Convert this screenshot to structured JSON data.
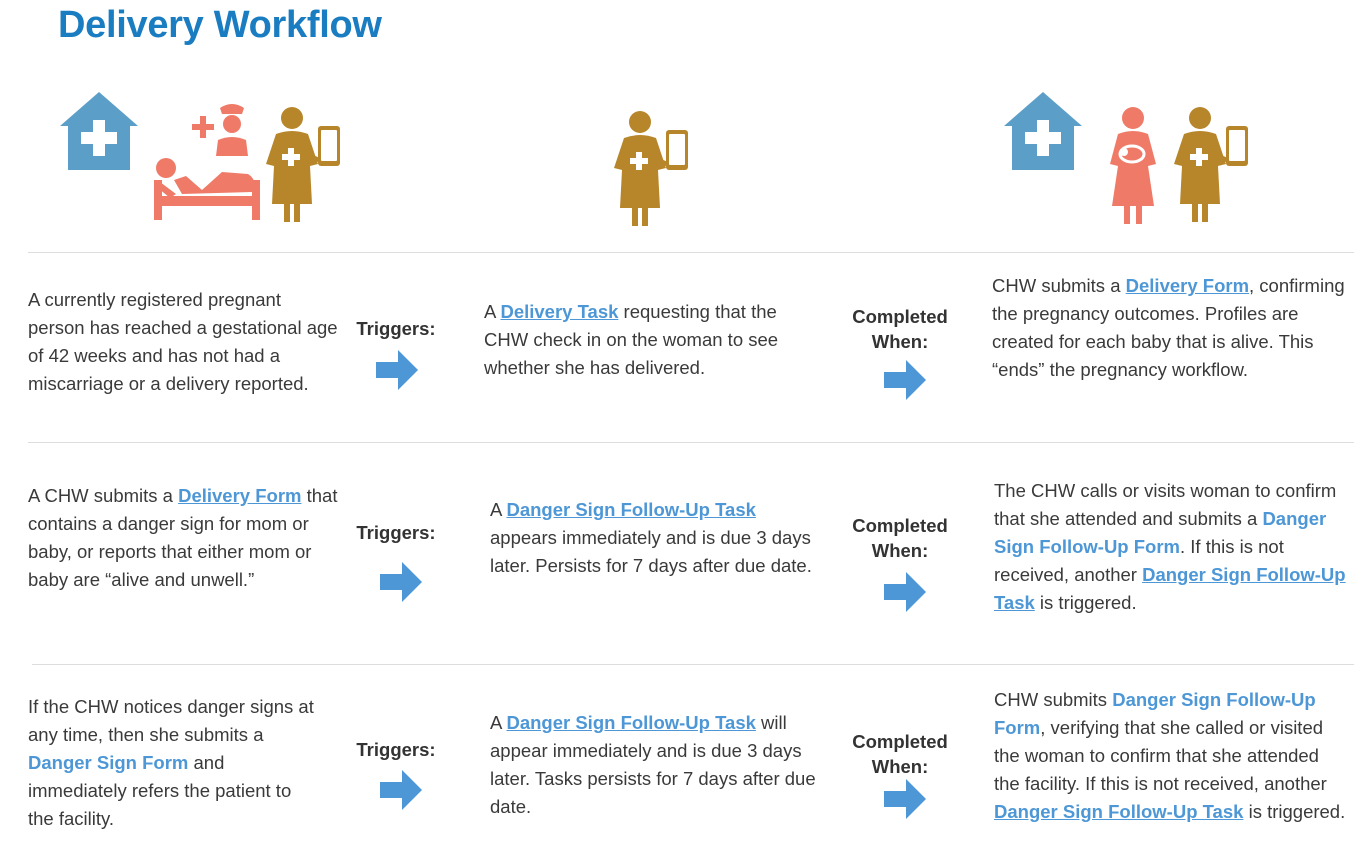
{
  "title": "Delivery Workflow",
  "colors": {
    "title": "#1a7cc1",
    "link": "#4d97d6",
    "arrow": "#4d97d6",
    "house": "#5b9fc9",
    "patient": "#ef7a68",
    "chw": "#b8862a"
  },
  "icons": {
    "col1": [
      "health-facility-house-icon",
      "patient-in-bed-icon",
      "nurse-icon",
      "chw-with-phone-icon"
    ],
    "col2": [
      "chw-with-phone-icon"
    ],
    "col3": [
      "health-facility-house-icon",
      "mother-with-baby-icon",
      "chw-with-phone-icon"
    ]
  },
  "labels": {
    "triggers": "Triggers:",
    "completed": "Completed",
    "when": "When:"
  },
  "rows": [
    {
      "trigger": {
        "t1": "A currently registered pregnant person has reached a gestational age of 42 weeks and has not had a miscarriage or a delivery reported."
      },
      "task": {
        "t1": "A ",
        "l1": "Delivery Task",
        "t2": " requesting that the CHW check in on the woman to see whether she has delivered."
      },
      "completion": {
        "t1": "CHW submits a ",
        "l1": "Delivery Form",
        "t2": ", confirming the pregnancy outcomes. Profiles are created for each baby that is alive. This “ends” the pregnancy workflow."
      }
    },
    {
      "trigger": {
        "t1": "A CHW submits a ",
        "l1": "Delivery Form",
        "t2": " that contains a danger sign for mom or baby, or reports that either mom or baby are “alive and unwell.”"
      },
      "task": {
        "t1": "A ",
        "l1": "Danger Sign Follow-Up Task",
        "t2": " appears immediately and is due 3 days later. Persists for 7 days after due date."
      },
      "completion": {
        "t1": "The CHW calls or visits woman to confirm that she attended and submits a ",
        "l1": "Danger Sign Follow-Up Form",
        "t2": ". If this is not received, another ",
        "l2": "Danger Sign Follow-Up Task",
        "t3": " is triggered."
      }
    },
    {
      "trigger": {
        "t1": "If the CHW notices danger signs at any time, then she submits a ",
        "l1": "Danger Sign Form",
        "t2": " and immediately refers the patient to the facility."
      },
      "task": {
        "t1": "A ",
        "l1": "Danger Sign Follow-Up Task",
        "t2": " will appear immediately and is due 3 days later. Tasks persists for 7 days after due date."
      },
      "completion": {
        "t1": "CHW submits ",
        "l1": "Danger Sign Follow-Up Form",
        "t2": ", verifying that she called or visited the woman to confirm that she attended the facility. If this is not received, another ",
        "l2": "Danger Sign Follow-Up Task",
        "t3": " is triggered."
      }
    }
  ]
}
